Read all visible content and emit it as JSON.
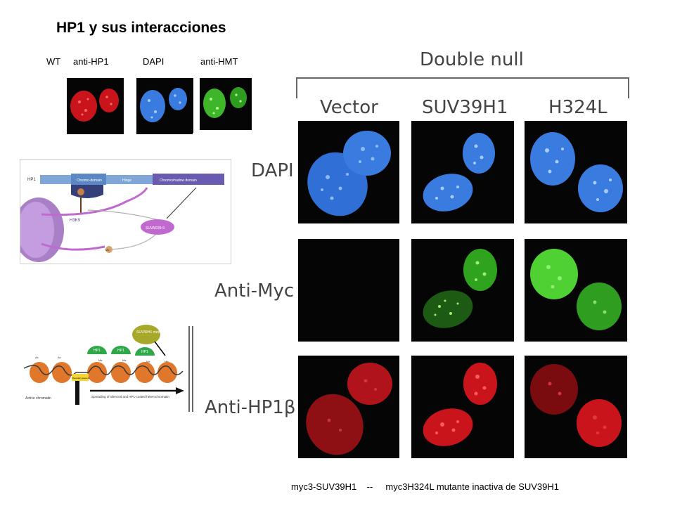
{
  "title": "HP1 y sus interacciones",
  "top_labels": {
    "wt": "WT",
    "anti_hp1": "anti-HP1",
    "dapi": "DAPI",
    "anti_hmt": "anti-HMT"
  },
  "figure": {
    "heading": "Double null",
    "columns": [
      "Vector",
      "SUV39H1",
      "H324L"
    ],
    "rows": [
      "DAPI",
      "Anti-Myc",
      "Anti-HP1β"
    ]
  },
  "domain_diagram": {
    "hp1": "HP1",
    "chromodomain": "Chromo-domain",
    "hinge": "Hinge",
    "chromoshadow": "Chromoshadow domain",
    "h3k9": "H3K9",
    "suvar": "SUVAR39-9",
    "me": "Me"
  },
  "spreading_diagram": {
    "acetyl": "Ac",
    "hp1": "HP1",
    "me": "Me",
    "suv39h1": "SUV39H1 methylase",
    "boundary": "Boundary element",
    "active": "Active chromatin",
    "spreading": "Spreading of silenced and HP1-coated heterochromatin"
  },
  "caption": "myc3-SUV39H1    --     myc3H324L mutante inactiva de SUV39H1",
  "colors": {
    "dapi": "#3a7be0",
    "myc": "#3fbf2a",
    "hp1": "#d8141c",
    "purple": "#b06ad0"
  }
}
